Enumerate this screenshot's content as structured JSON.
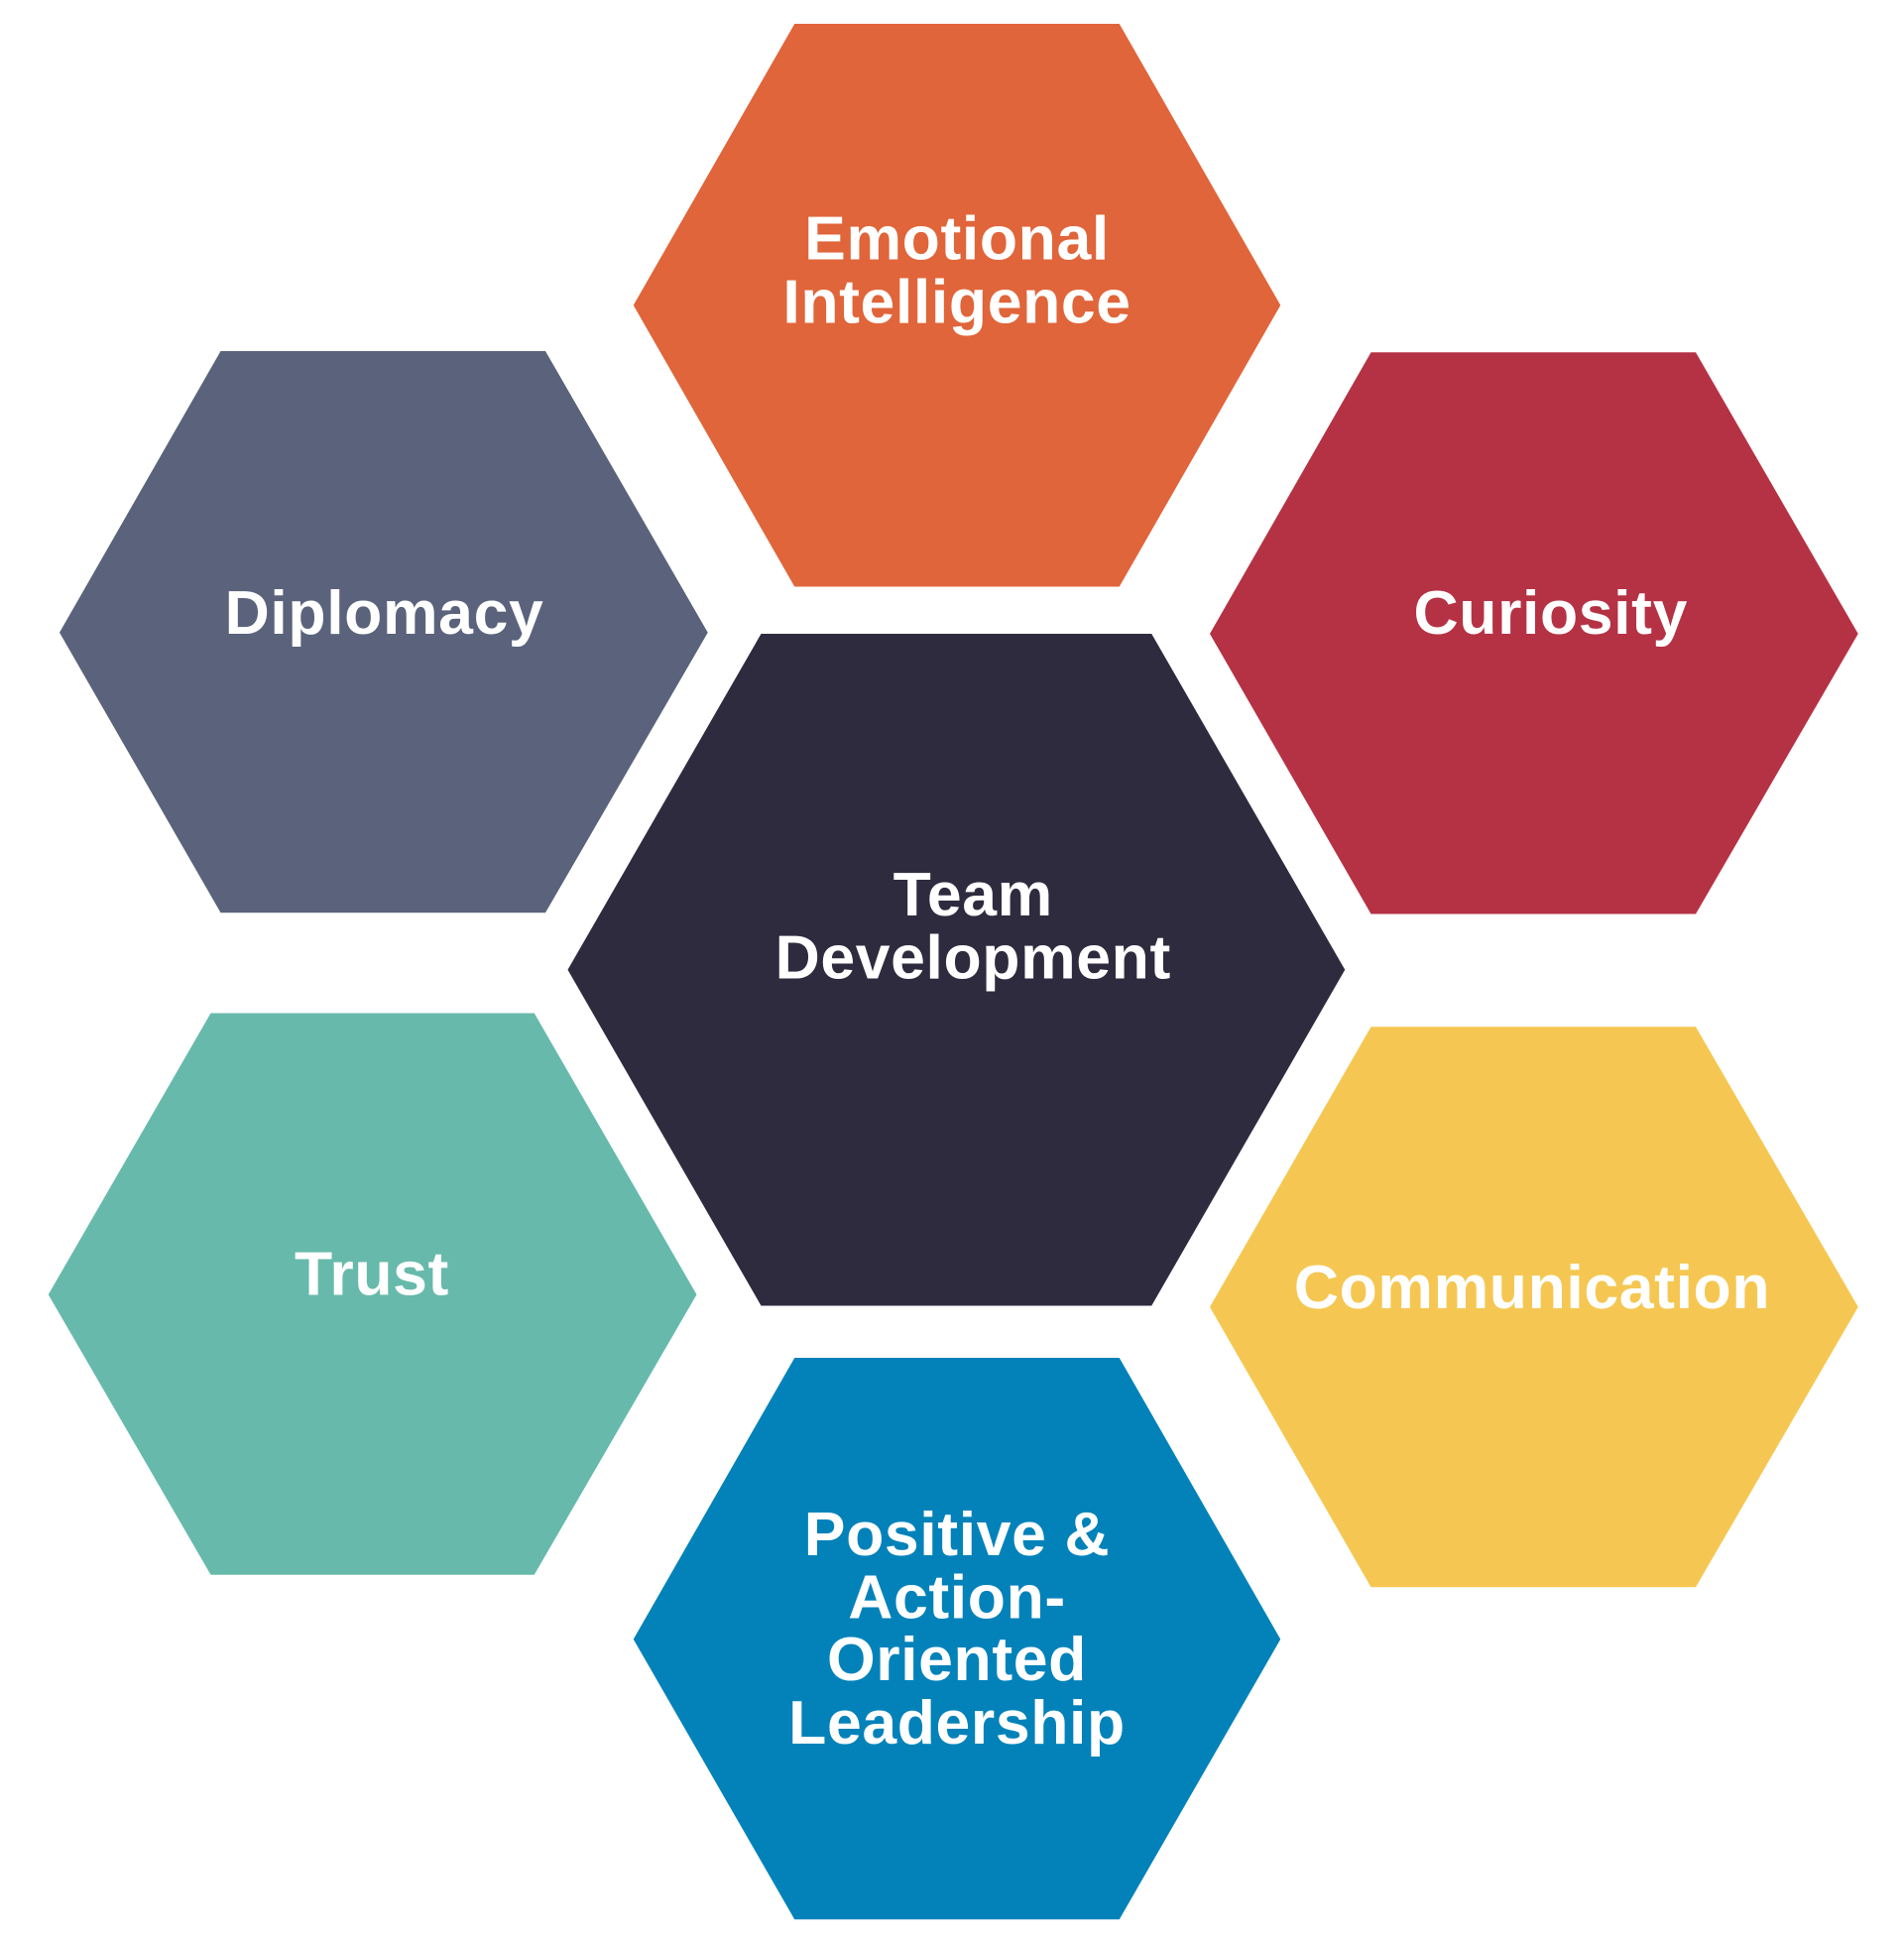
{
  "diagram": {
    "center": {
      "lines": [
        "Team",
        "Development"
      ],
      "color": "#2F2B3F"
    },
    "nodes": [
      {
        "id": "emotional-intelligence",
        "lines": [
          "Emotional",
          "Intelligence"
        ],
        "color": "#E0653A"
      },
      {
        "id": "curiosity",
        "lines": [
          "Curiosity"
        ],
        "color": "#B53244"
      },
      {
        "id": "communication",
        "lines": [
          "Communication"
        ],
        "color": "#F5C752"
      },
      {
        "id": "leadership",
        "lines": [
          "Positive &",
          "Action-",
          "Oriented",
          "Leadership"
        ],
        "color": "#0382BA"
      },
      {
        "id": "trust",
        "lines": [
          "Trust"
        ],
        "color": "#67BAAB"
      },
      {
        "id": "diplomacy",
        "lines": [
          "Diplomacy"
        ],
        "color": "#5A637B"
      }
    ]
  }
}
